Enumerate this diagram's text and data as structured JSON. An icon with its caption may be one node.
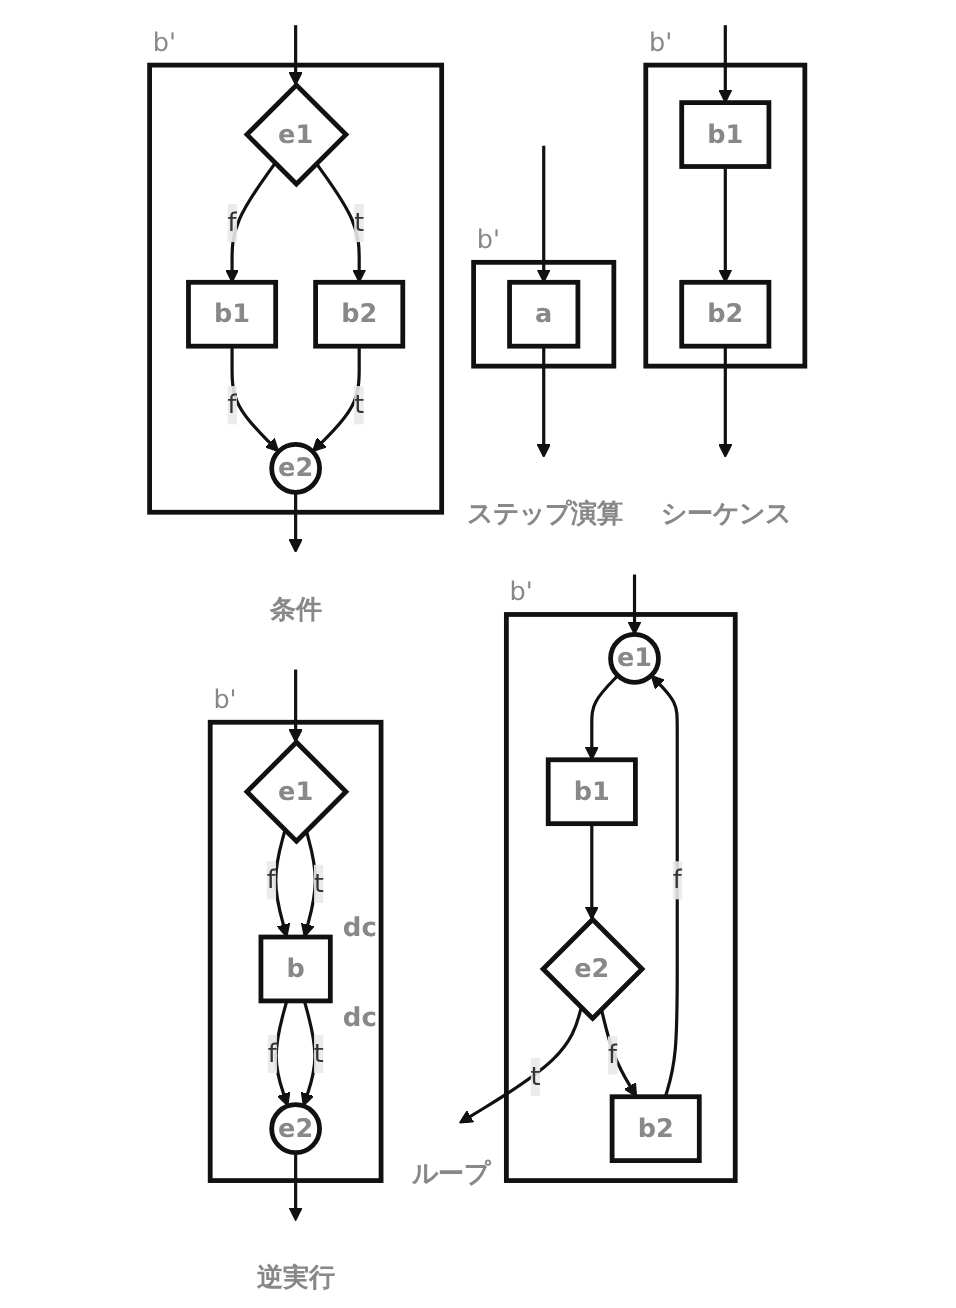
{
  "diagram": {
    "nodes": [
      {
        "text": [
          "b'"
        ]
      },
      {
        "text": [
          "a"
        ],
        "in": 0
      },
      {
        "text": [
          "b'"
        ]
      },
      {
        "text": [
          "b1"
        ],
        "in": 2
      },
      {
        "text": [
          "b2"
        ],
        "in": 2
      },
      {
        "text": [
          "b'"
        ]
      },
      {
        "text": [
          "e1"
        ],
        "in": 5
      },
      {
        "text": [
          "b1"
        ],
        "in": 5
      },
      {
        "text": [
          "b2"
        ],
        "in": 5
      },
      {
        "text": [
          "e2"
        ],
        "in": 5
      },
      {
        "text": [
          "b'"
        ]
      },
      {
        "text": [
          "e1"
        ],
        "in": 10
      },
      {
        "text": [
          "b1"
        ],
        "in": 10
      },
      {
        "text": [
          "b2"
        ],
        "in": 10
      },
      {
        "text": [
          "e2"
        ],
        "in": 10
      },
      {
        "text": [
          "b'"
        ]
      },
      {
        "text": [
          "e1"
        ],
        "in": 15
      },
      {
        "text": [
          "b"
        ],
        "in": 15
      },
      {
        "text": [
          "e2"
        ],
        "in": 15
      }
    ],
    "edges": [
      {
        "from": null,
        "to": 1,
        "arrow": "to"
      },
      {
        "from": 1,
        "to": null,
        "arrow": "to"
      },
      {
        "from": null,
        "to": 3,
        "arrow": "to"
      },
      {
        "from": 3,
        "to": 4,
        "arrow": "to"
      },
      {
        "from": 4,
        "to": null,
        "arrow": "to"
      },
      {
        "from": null,
        "to": 6,
        "arrow": "to"
      },
      {
        "from": 6,
        "to": 7,
        "arrow": "to",
        "label": "f"
      },
      {
        "from": 6,
        "to": 8,
        "arrow": "to",
        "label": "t"
      },
      {
        "from": 7,
        "to": 9,
        "arrow": "to",
        "label": "f"
      },
      {
        "from": 8,
        "to": 9,
        "arrow": "to",
        "label": "t"
      },
      {
        "from": 9,
        "to": null,
        "arrow": "to"
      },
      {
        "from": null,
        "to": 11,
        "arrow": "to"
      },
      {
        "from": 11,
        "to": 12,
        "arrow": "to"
      },
      {
        "from": 12,
        "to": 14,
        "arrow": "to"
      },
      {
        "from": 14,
        "to": 13,
        "arrow": "to",
        "label": "f"
      },
      {
        "from": 13,
        "to": 11,
        "arrow": "to",
        "label": "f"
      },
      {
        "from": 14,
        "to": null,
        "arrow": "to",
        "label": "t"
      },
      {
        "from": null,
        "to": 16,
        "arrow": "to"
      },
      {
        "from": 16,
        "to": 17,
        "arrow": "to",
        "label": "f"
      },
      {
        "from": 16,
        "to": 17,
        "arrow": "to",
        "label": "t"
      },
      {
        "from": 17,
        "to": 18,
        "arrow": "to",
        "label": "f"
      },
      {
        "from": 17,
        "to": 18,
        "arrow": "to",
        "label": "t"
      },
      {
        "from": 18,
        "to": null,
        "arrow": "to"
      }
    ],
    "labels": [
      "ステップ演算",
      "シーケンス",
      "条件",
      "dc",
      "dc",
      "ループ",
      "逆実行"
    ]
  }
}
